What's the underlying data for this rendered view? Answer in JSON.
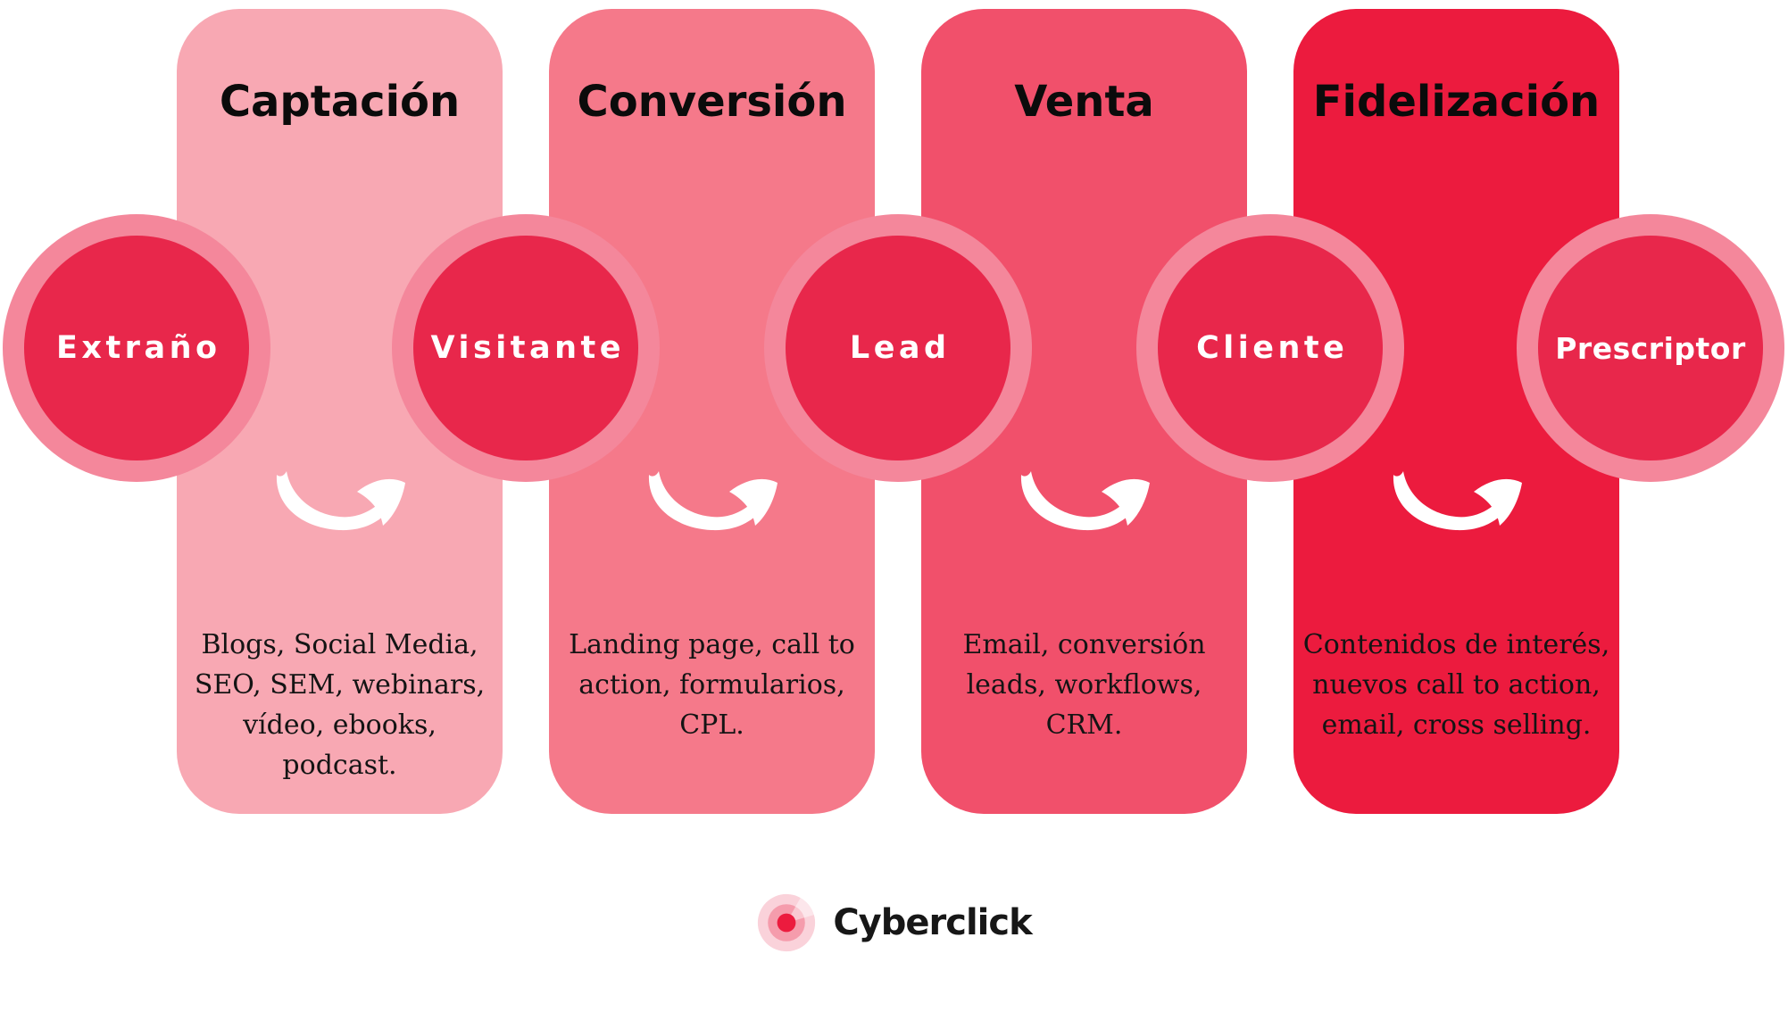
{
  "background_color": "#FFFFFF",
  "funnel": {
    "stages": [
      {
        "title": "Captación",
        "panel_color": "#F8A8B3",
        "description_lines": [
          "Blogs, Social Media,",
          "SEO, SEM, webinars,",
          "vídeo, ebooks, podcast."
        ]
      },
      {
        "title": "Conversión",
        "panel_color": "#F5798A",
        "description_lines": [
          "Landing page, call to",
          "action, formularios,",
          "CPL."
        ]
      },
      {
        "title": "Venta",
        "panel_color": "#F1506B",
        "description_lines": [
          "Email, conversión",
          "leads, workflows,",
          "CRM."
        ]
      },
      {
        "title": "Fidelización",
        "panel_color": "#EC1B3E",
        "description_lines": [
          "Contenidos de interés,",
          "nuevos call to action,",
          "email, cross selling."
        ]
      }
    ],
    "actors": [
      {
        "label": "Extraño"
      },
      {
        "label": "Visitante"
      },
      {
        "label": "Lead"
      },
      {
        "label": "Cliente"
      },
      {
        "label": "Prescriptor"
      }
    ],
    "colors": {
      "circle_ring": "#F4879B",
      "circle_fill": "#E8274B",
      "circle_label_text": "#FFFFFF",
      "arrow": "#FFFFFF",
      "title_text": "#0B0B0B",
      "description_text": "#141414"
    }
  },
  "footer": {
    "brand_name": "Cyberclick",
    "logo_colors": {
      "outer_ring": "#FAD2DA",
      "mid_ring": "#F59CAC",
      "center_dot": "#EC1B3E"
    }
  }
}
